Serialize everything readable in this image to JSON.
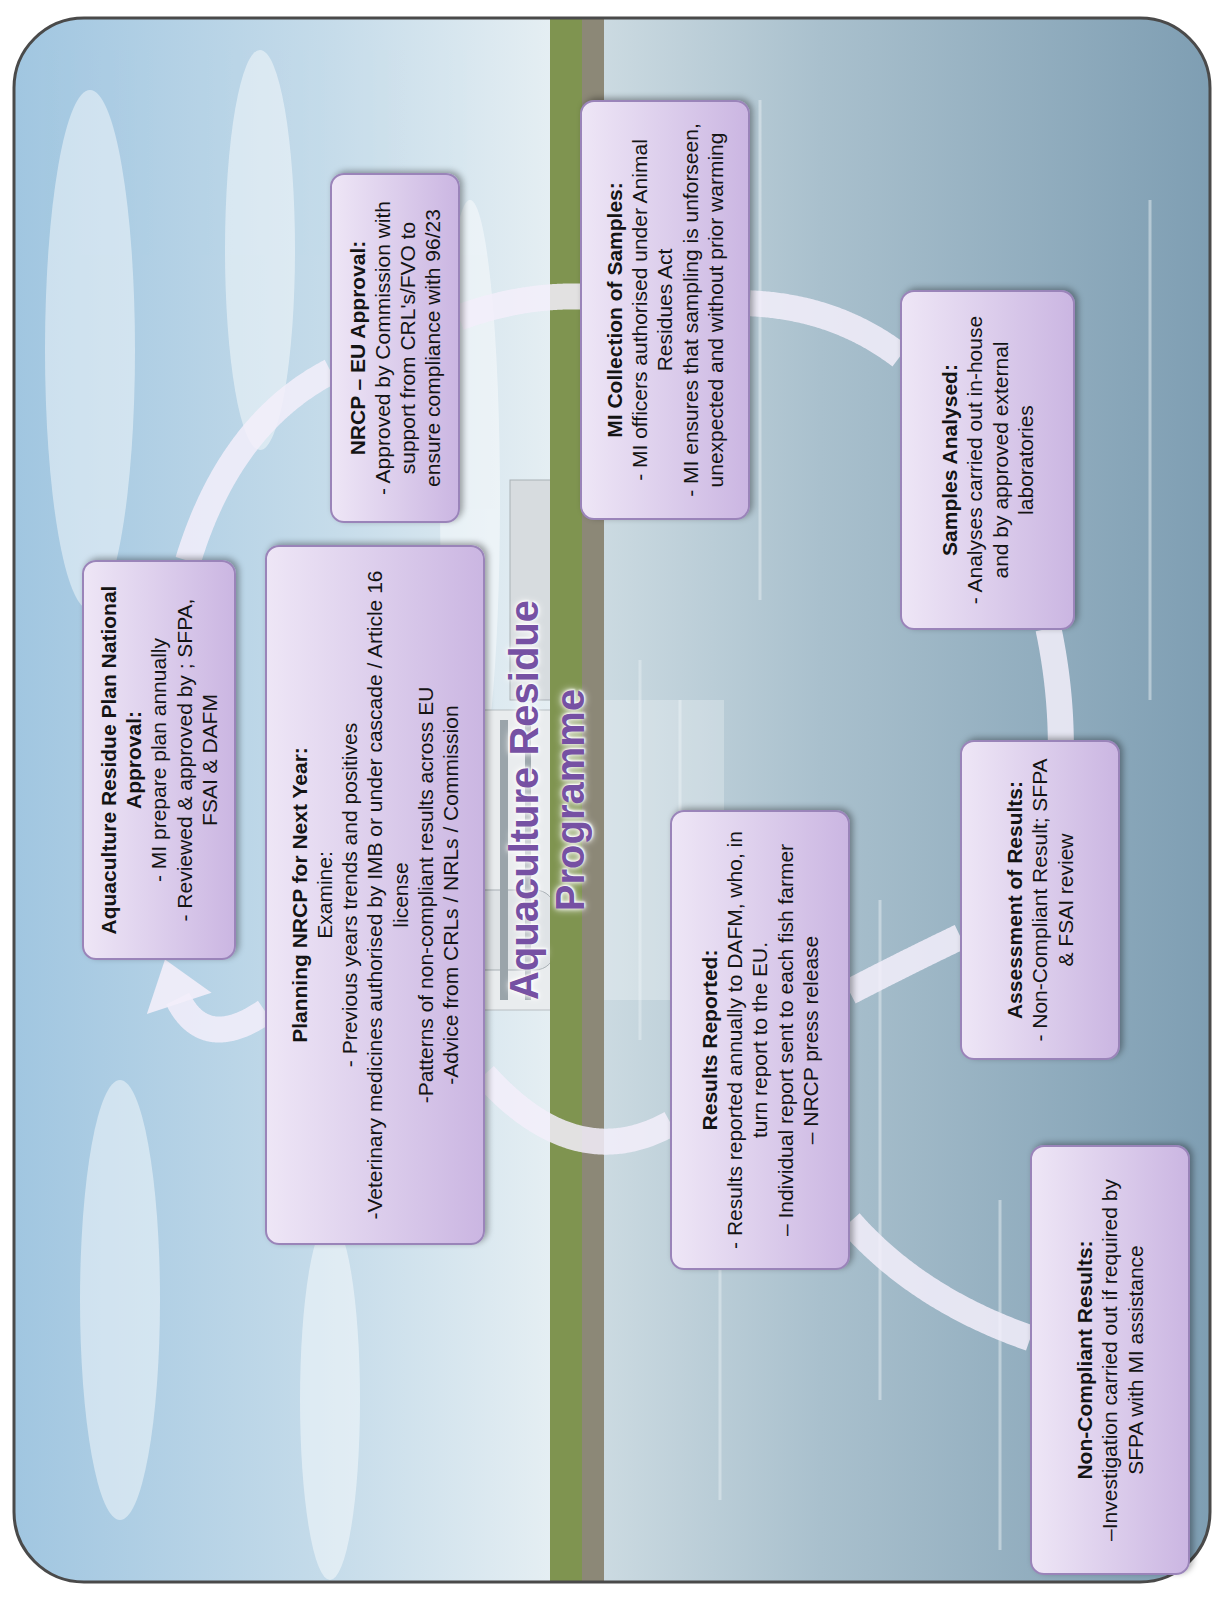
{
  "diagram": {
    "title": "Aquaculture Residue Programme",
    "nodes": [
      {
        "text": [
          "Aquaculture Residue Plan National Approval:",
          "- MI prepare plan annually",
          "- Reviewed & approved by ; SFPA, FSAI & DAFM"
        ]
      },
      {
        "text": [
          "NRCP – EU Approval:",
          "- Approved by Commission with support from CRL's/FVO to ensure compliance with 96/23"
        ]
      },
      {
        "text": [
          "MI Collection of Samples:",
          "- MI officers authorised under Animal Residues Act",
          "- MI ensures that sampling is unforseen, unexpected and without prior warming"
        ]
      },
      {
        "text": [
          "Samples Analysed:",
          "- Analyses carried out in-house and by approved external laboratories"
        ]
      },
      {
        "text": [
          "Assessment of Results:",
          "- Non-Compliant Result; SFPA & FSAI review"
        ]
      },
      {
        "text": [
          "Non-Compliant Results:",
          "–Investigation carried out if required by SFPA with MI assistance"
        ]
      },
      {
        "text": [
          "Results Reported:",
          "- Results reported annually to DAFM, who, in turn report to the EU.",
          "– Individual report sent to each fish farmer",
          "– NRCP press release"
        ]
      },
      {
        "text": [
          "Planning NRCP for Next Year:",
          "Examine:",
          "- Previous years trends and positives",
          "-Veterinary medicines authorised by IMB or under cascade / Article 16 license",
          "-Patterns of non-compliant results across EU",
          "-Advice from CRLs / NRLs / Commission"
        ]
      }
    ],
    "edges": [
      {
        "from": 0,
        "to": 1,
        "arrow": "none"
      },
      {
        "from": 1,
        "to": 2,
        "arrow": "none"
      },
      {
        "from": 2,
        "to": 3,
        "arrow": "none"
      },
      {
        "from": 3,
        "to": 4,
        "arrow": "none"
      },
      {
        "from": 4,
        "to": 6,
        "arrow": "none"
      },
      {
        "from": 6,
        "to": 5,
        "arrow": "none"
      },
      {
        "from": 6,
        "to": 7,
        "arrow": "none"
      },
      {
        "from": 7,
        "to": 0,
        "arrow": "to"
      }
    ]
  }
}
